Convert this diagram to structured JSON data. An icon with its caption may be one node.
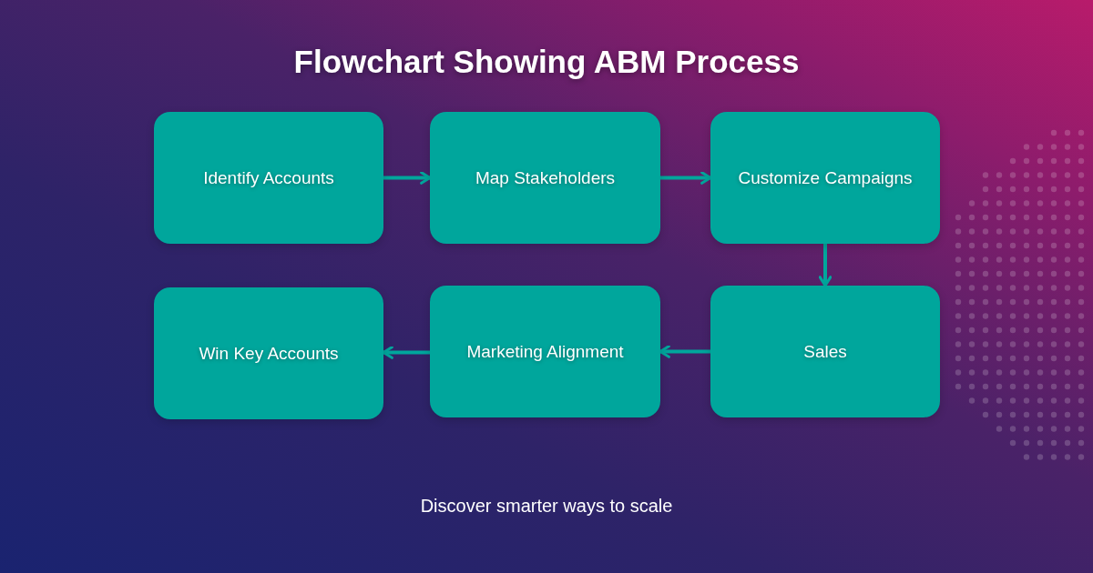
{
  "diagram": {
    "title": "Flowchart Showing ABM Process",
    "nodes": [
      {
        "text": [
          "Identify Accounts"
        ]
      },
      {
        "text": [
          "Map Stakeholders"
        ]
      },
      {
        "text": [
          "Customize Campaigns"
        ]
      },
      {
        "text": [
          "Sales"
        ]
      },
      {
        "text": [
          "Marketing Alignment"
        ]
      },
      {
        "text": [
          "Win Key Accounts"
        ]
      }
    ],
    "edges": [
      {
        "from": 0,
        "to": 1,
        "arrow": "to"
      },
      {
        "from": 1,
        "to": 2,
        "arrow": "to"
      },
      {
        "from": 2,
        "to": 3,
        "arrow": "to"
      },
      {
        "from": 3,
        "to": 4,
        "arrow": "to"
      },
      {
        "from": 4,
        "to": 5,
        "arrow": "to"
      }
    ],
    "labels": [
      "Discover smarter ways to scale"
    ]
  }
}
